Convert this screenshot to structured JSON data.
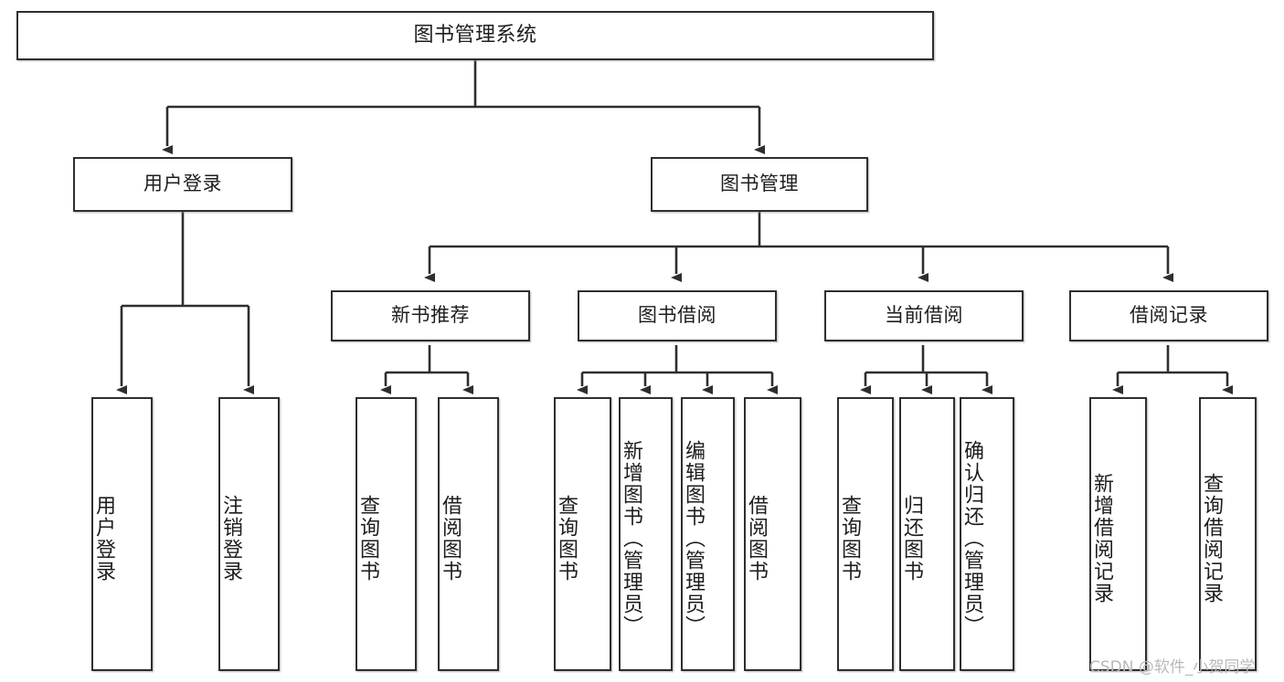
{
  "diagram": {
    "title": "图书管理系统",
    "type": "tree-hierarchy-chart",
    "colors": {
      "box_border": "#2e2e2e",
      "box_fill": "#ffffff",
      "connector": "#2e2e2e",
      "background": "#ffffff",
      "watermark": "#b9b9b9"
    },
    "nodes": {
      "root": {
        "label": "图书管理系统"
      },
      "level1": [
        {
          "label": "用户登录"
        },
        {
          "label": "图书管理"
        }
      ],
      "level2": [
        {
          "label": "新书推荐"
        },
        {
          "label": "图书借阅"
        },
        {
          "label": "当前借阅"
        },
        {
          "label": "借阅记录"
        }
      ],
      "leaves": {
        "user_login": [
          {
            "label": "用户登录"
          },
          {
            "label": "注销登录"
          }
        ],
        "new_book_recommend": [
          {
            "label": "查询图书"
          },
          {
            "label": "借阅图书"
          }
        ],
        "book_borrow": [
          {
            "label": "查询图书"
          },
          {
            "label": "新增图书（管理员）"
          },
          {
            "label": "编辑图书（管理员）"
          },
          {
            "label": "借阅图书"
          }
        ],
        "current_borrow": [
          {
            "label": "查询图书"
          },
          {
            "label": "归还图书"
          },
          {
            "label": "确认归还（管理员）"
          }
        ],
        "borrow_record": [
          {
            "label": "新增借阅记录"
          },
          {
            "label": "查询借阅记录"
          }
        ]
      }
    },
    "watermark": {
      "text": "CSDN @软件_小贺同学"
    }
  }
}
